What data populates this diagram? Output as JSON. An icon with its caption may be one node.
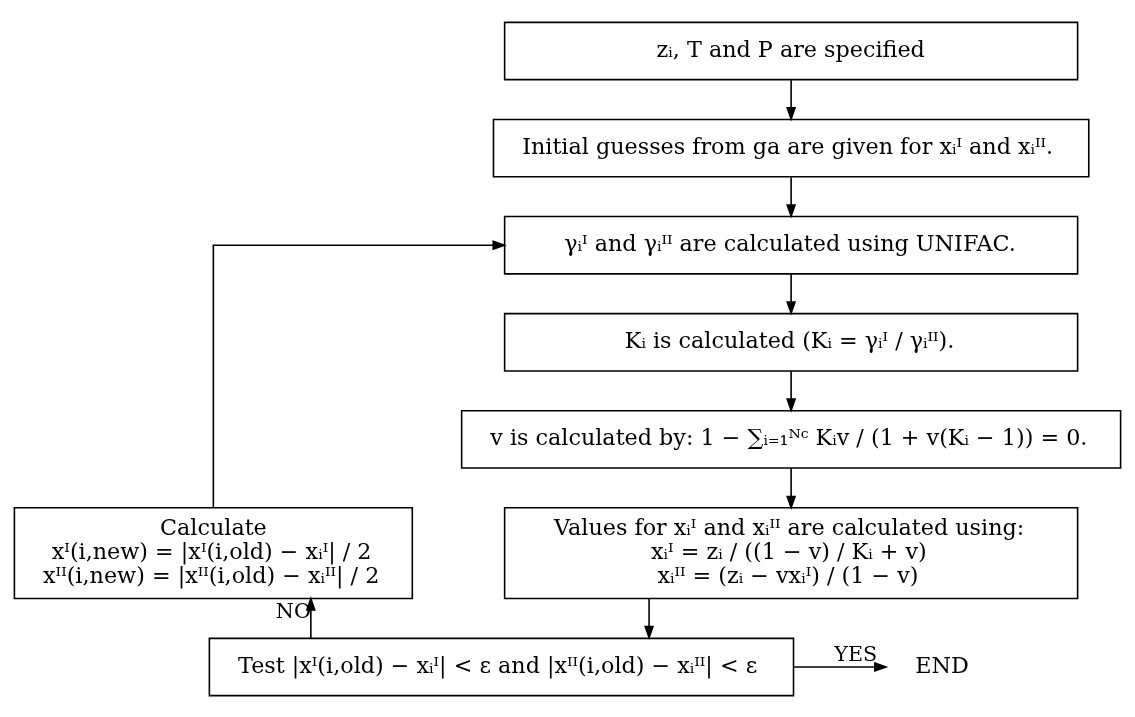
{
  "diagram": {
    "nodes": [
      {
        "text": [
          "zᵢ, T and P are specified"
        ]
      },
      {
        "text": [
          "Initial guesses from ga are given for xᵢᴵ and xᵢᴵᴵ."
        ]
      },
      {
        "text": [
          "γᵢᴵ and γᵢᴵᴵ are calculated using UNIFAC."
        ]
      },
      {
        "text": [
          "Kᵢ is calculated (Kᵢ = γᵢᴵ / γᵢᴵᴵ)."
        ]
      },
      {
        "text": [
          "v is calculated by: 1 − ∑ᵢ₌₁ᴺᶜ Kᵢv / (1 + v(Kᵢ − 1)) = 0."
        ]
      },
      {
        "text": [
          "Values for xᵢᴵ and xᵢᴵᴵ are calculated using:",
          "xᵢᴵ = zᵢ / ((1 − v) / Kᵢ + v)",
          "xᵢᴵᴵ = (zᵢ − vxᵢᴵ) / (1 − v)"
        ]
      },
      {
        "text": [
          "Test |xᴵ(i,old) − xᵢᴵ| < ε and |xᴵᴵ(i,old) − xᵢᴵᴵ| < ε"
        ]
      },
      {
        "text": [
          "Calculate",
          "xᴵ(i,new) = |xᴵ(i,old) − xᵢᴵ| / 2",
          "xᴵᴵ(i,new) = |xᴵᴵ(i,old) − xᵢᴵᴵ| / 2"
        ]
      },
      {
        "text": [
          "END"
        ]
      }
    ],
    "edges": [
      {
        "from": 0,
        "to": 1,
        "arrow": "to"
      },
      {
        "from": 1,
        "to": 2,
        "arrow": "to"
      },
      {
        "from": 2,
        "to": 3,
        "arrow": "to"
      },
      {
        "from": 3,
        "to": 4,
        "arrow": "to"
      },
      {
        "from": 4,
        "to": 5,
        "arrow": "to"
      },
      {
        "from": 5,
        "to": 6,
        "arrow": "to"
      },
      {
        "from": 6,
        "to": 7,
        "label": "NO",
        "arrow": "to"
      },
      {
        "from": 7,
        "to": 2,
        "arrow": "to"
      },
      {
        "from": 6,
        "to": 8,
        "label": "YES",
        "arrow": "to"
      }
    ]
  }
}
